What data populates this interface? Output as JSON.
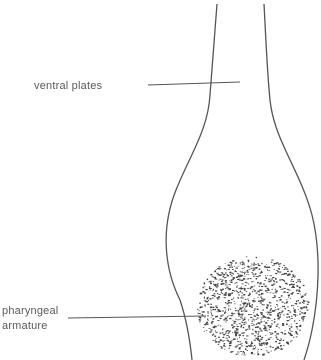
{
  "labels": {
    "ventral_plates": "ventral plates",
    "pharyngeal_line1": "pharyngeal",
    "pharyngeal_line2": "armature"
  },
  "colors": {
    "line": "#555555",
    "text": "#5a5a5a",
    "stipple": "#444444",
    "background": "#ffffff"
  }
}
